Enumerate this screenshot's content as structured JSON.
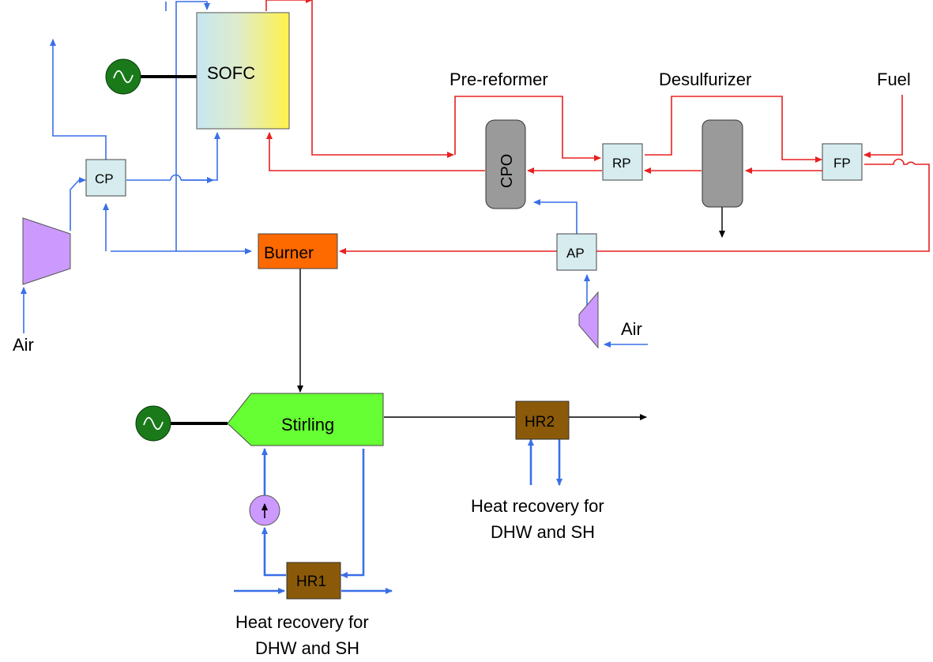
{
  "labels": {
    "sofc": "SOFC",
    "burner": "Burner",
    "stirling": "Stirling",
    "cpo": "CPO",
    "cp": "CP",
    "rp": "RP",
    "fp": "FP",
    "ap": "AP",
    "hr1": "HR1",
    "hr2": "HR2",
    "pre_reformer": "Pre-reformer",
    "desulfurizer": "Desulfurizer",
    "fuel": "Fuel",
    "air_left": "Air",
    "air_right": "Air",
    "hr1_caption_line1": "Heat recovery for",
    "hr1_caption_line2": "DHW and SH",
    "hr2_caption_line1": "Heat recovery for",
    "hr2_caption_line2": "DHW and SH"
  },
  "colors": {
    "air_line": "#3a6fe8",
    "fuel_line": "#e82020",
    "exhaust_line": "#000000",
    "sofc_gradient_start": "#c6e6f0",
    "sofc_gradient_end": "#fff24a",
    "burner_fill": "#ff6a00",
    "stirling_fill": "#66ff33",
    "heat_exchanger_fill": "#d6ecef",
    "hr_fill": "#8a5a0a",
    "vessel_fill": "#9a9a9a",
    "compressor_fill": "#cc99ff",
    "generator_fill": "#1a7a1a"
  },
  "icons": {
    "generator_top": "generator-icon",
    "generator_bottom": "generator-icon",
    "pump": "pump-icon",
    "compressor_left": "compressor-icon",
    "compressor_right": "compressor-icon"
  }
}
